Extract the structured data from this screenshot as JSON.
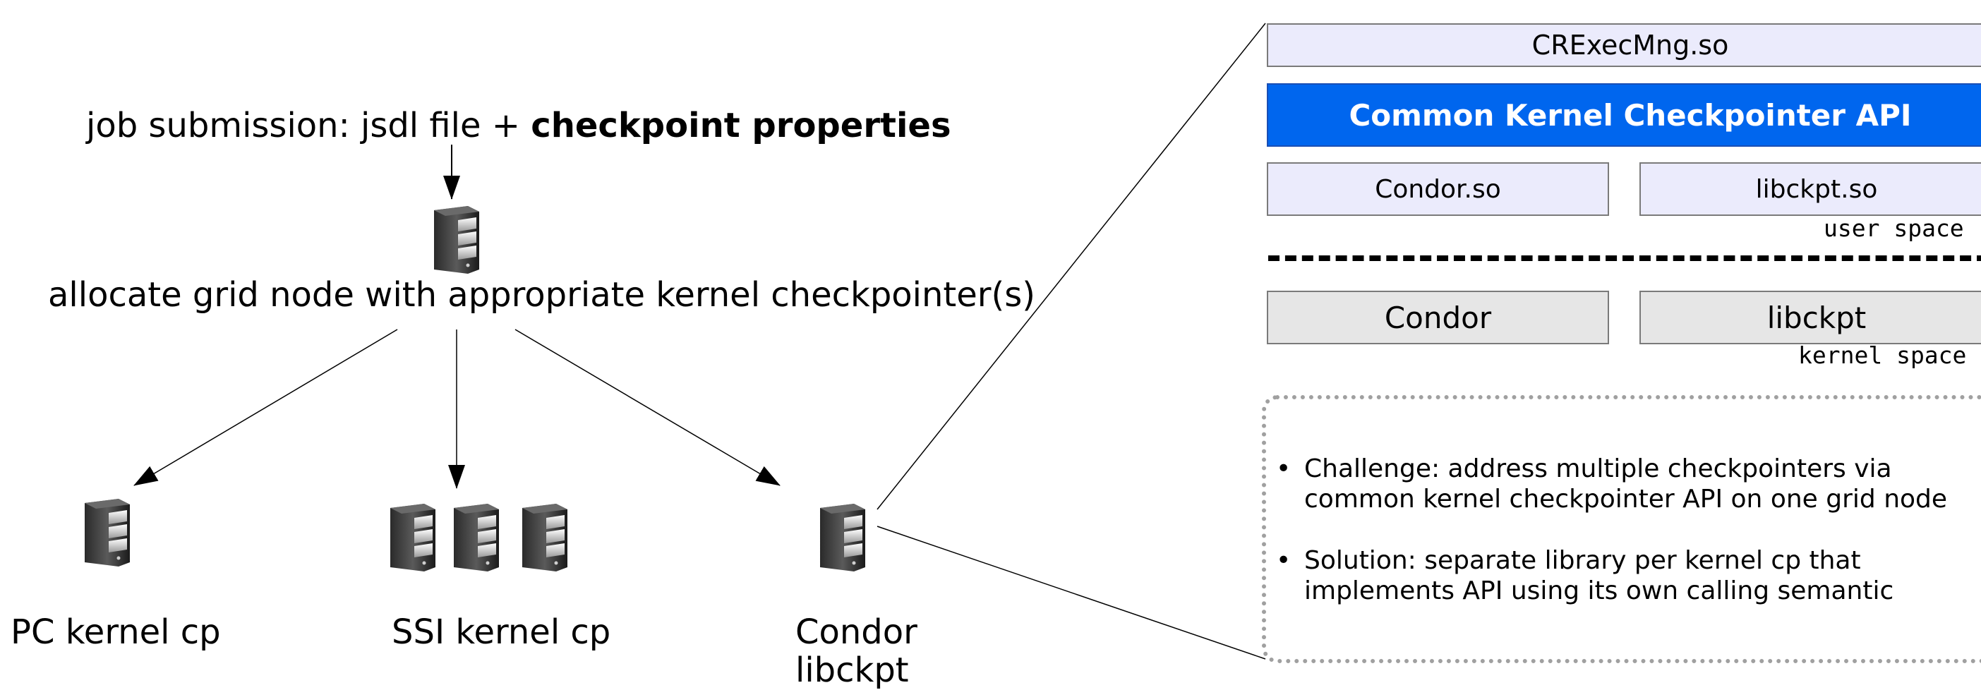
{
  "left": {
    "submission": {
      "prefix": "job submission: jsdl file + ",
      "bold": "checkpoint properties"
    },
    "allocate_label": "allocate grid node with appropriate kernel checkpointer(s)",
    "nodes": [
      {
        "label": "PC kernel cp"
      },
      {
        "label": "SSI kernel cp"
      },
      {
        "label_line1": "Condor",
        "label_line2": "libckpt"
      }
    ]
  },
  "right": {
    "crexec": "CRExecMng.so",
    "api": "Common Kernel Checkpointer API",
    "user_libs": [
      "Condor.so",
      "libckpt.so"
    ],
    "user_space": "user space",
    "kernel_mods": [
      "Condor",
      "libckpt"
    ],
    "kernel_space": "kernel space",
    "bullets": [
      {
        "line1": "Challenge: address multiple checkpointers via",
        "line2": "common kernel checkpointer API on one grid node"
      },
      {
        "line1": "Solution: separate library per kernel cp that",
        "line2": "implements API using its own calling semantic"
      }
    ],
    "bullet_char": "•"
  },
  "icons": [
    "server-icon"
  ],
  "colors": {
    "api_box": "#0066ee",
    "lib_box": "#ebebfc",
    "kernel_box": "#e6e6e6",
    "note_border": "#a0a0a0"
  }
}
